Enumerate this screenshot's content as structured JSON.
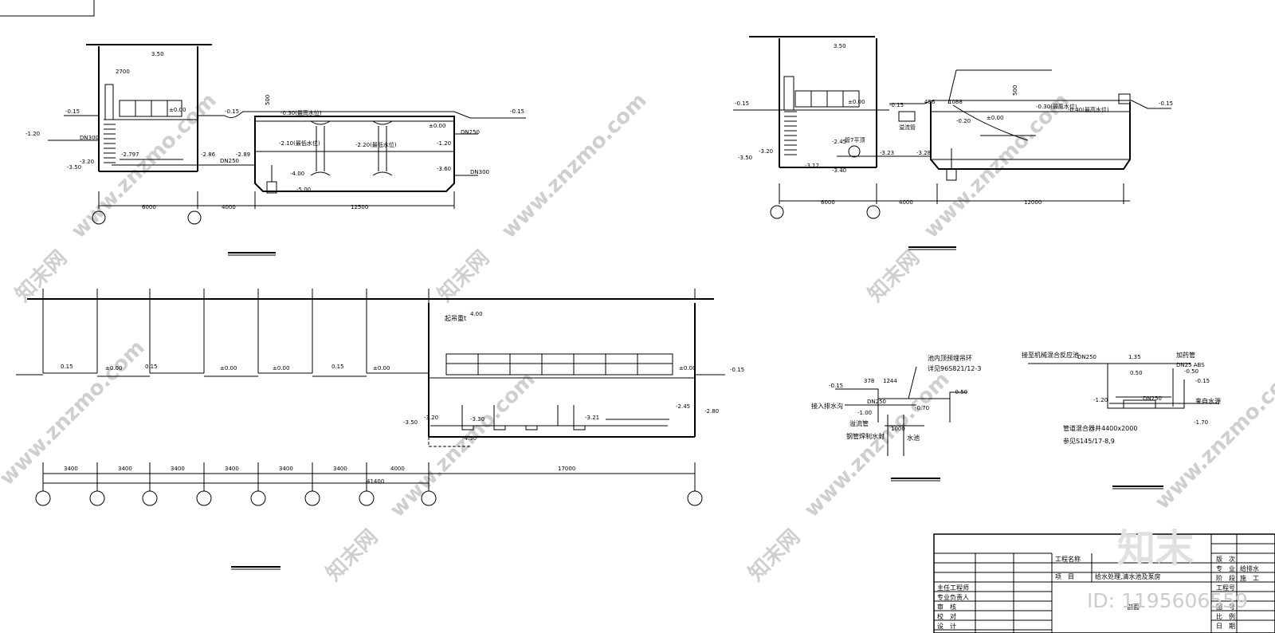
{
  "watermark": {
    "site": "www.znzmo.com",
    "brand": "知末网",
    "logo": "知末",
    "id": "ID: 1195606559"
  },
  "sec1": {
    "levels": [
      "3.50",
      "-0.15",
      "±0.00",
      "-0.15",
      "-0.15",
      "-1.20",
      "-3.20",
      "-3.50",
      "-2.797",
      "-2.86",
      "-2.89",
      "-0.30(最高水位)",
      "±0.00",
      "-2.10(最低水位)",
      "-2.20(最低水位)",
      "-1.20",
      "-3.60",
      "-4.00",
      "-5.00"
    ],
    "texts": [
      "2700",
      "500",
      "DN300",
      "DN250",
      "DN250",
      "DN300"
    ],
    "dims": [
      "6000",
      "4000",
      "12500"
    ]
  },
  "sec2": {
    "levels": [
      "3.50",
      "-0.15",
      "±0.00",
      "-0.15",
      "-0.15",
      "-3.20",
      "-3.50",
      "-3.12",
      "-3.40",
      "-2.45",
      "-3.23",
      "-3.28",
      "-0.30(最高水位)",
      "-0.40(最高水位)",
      "±0.00",
      "-0.20"
    ],
    "texts": [
      "500",
      "456",
      "1088",
      "溢流管",
      "管7平顶"
    ],
    "dims": [
      "6000",
      "4000",
      "12000"
    ]
  },
  "sec3": {
    "levels": [
      "4.00",
      "0.15",
      "±0.00",
      "0.15",
      "±0.00",
      "±0.00",
      "0.15",
      "±0.00",
      "-0.15",
      "±0.00",
      "-2.45",
      "-2.80",
      "-3.20",
      "-3.50",
      "-3.30",
      "-3.21",
      "-4.50"
    ],
    "crane": "起吊重t",
    "bays": [
      "3400",
      "3400",
      "3400",
      "3400",
      "3400",
      "3400",
      "4000",
      "17000"
    ],
    "total": "41400"
  },
  "detail1": {
    "title1": "池内顶预埋吊环",
    "title2": "详见96S821/12-3",
    "labels": [
      "-0.15",
      "378",
      "1244",
      "DN250",
      "-0.50",
      "接入排水沟",
      "-1.00",
      "溢流管",
      "-0.70",
      "1000",
      "钢管焊制水封",
      "水池"
    ]
  },
  "detail2": {
    "labels": [
      "接至机械混合反应池",
      "DN250",
      "1.35",
      "加药管",
      "DN25 ABS",
      "0.50",
      "-0.50",
      "-0.15",
      "-1.20",
      "DN250",
      "来自水源",
      "-1.70"
    ],
    "well": "管道混合器井4400x2000",
    "ref": "参见S145/17-8,9"
  },
  "title_block": {
    "project_name_label": "工程名称",
    "project_label": "项　目",
    "project_value": "给水处理,清水池及泵房",
    "version_label": "版　次",
    "major_label": "专　业",
    "major_value": "给排水",
    "stage_label": "阶　段",
    "stage_value": "施　工",
    "proj_no_label": "工程号",
    "drawing_no_label": "图　号",
    "scale_label": "比　例",
    "date_label": "日　期",
    "drawing_title": "剖面",
    "roles": [
      "主任工程师",
      "专业负责人",
      "审　核",
      "校　对",
      "设　计"
    ]
  }
}
